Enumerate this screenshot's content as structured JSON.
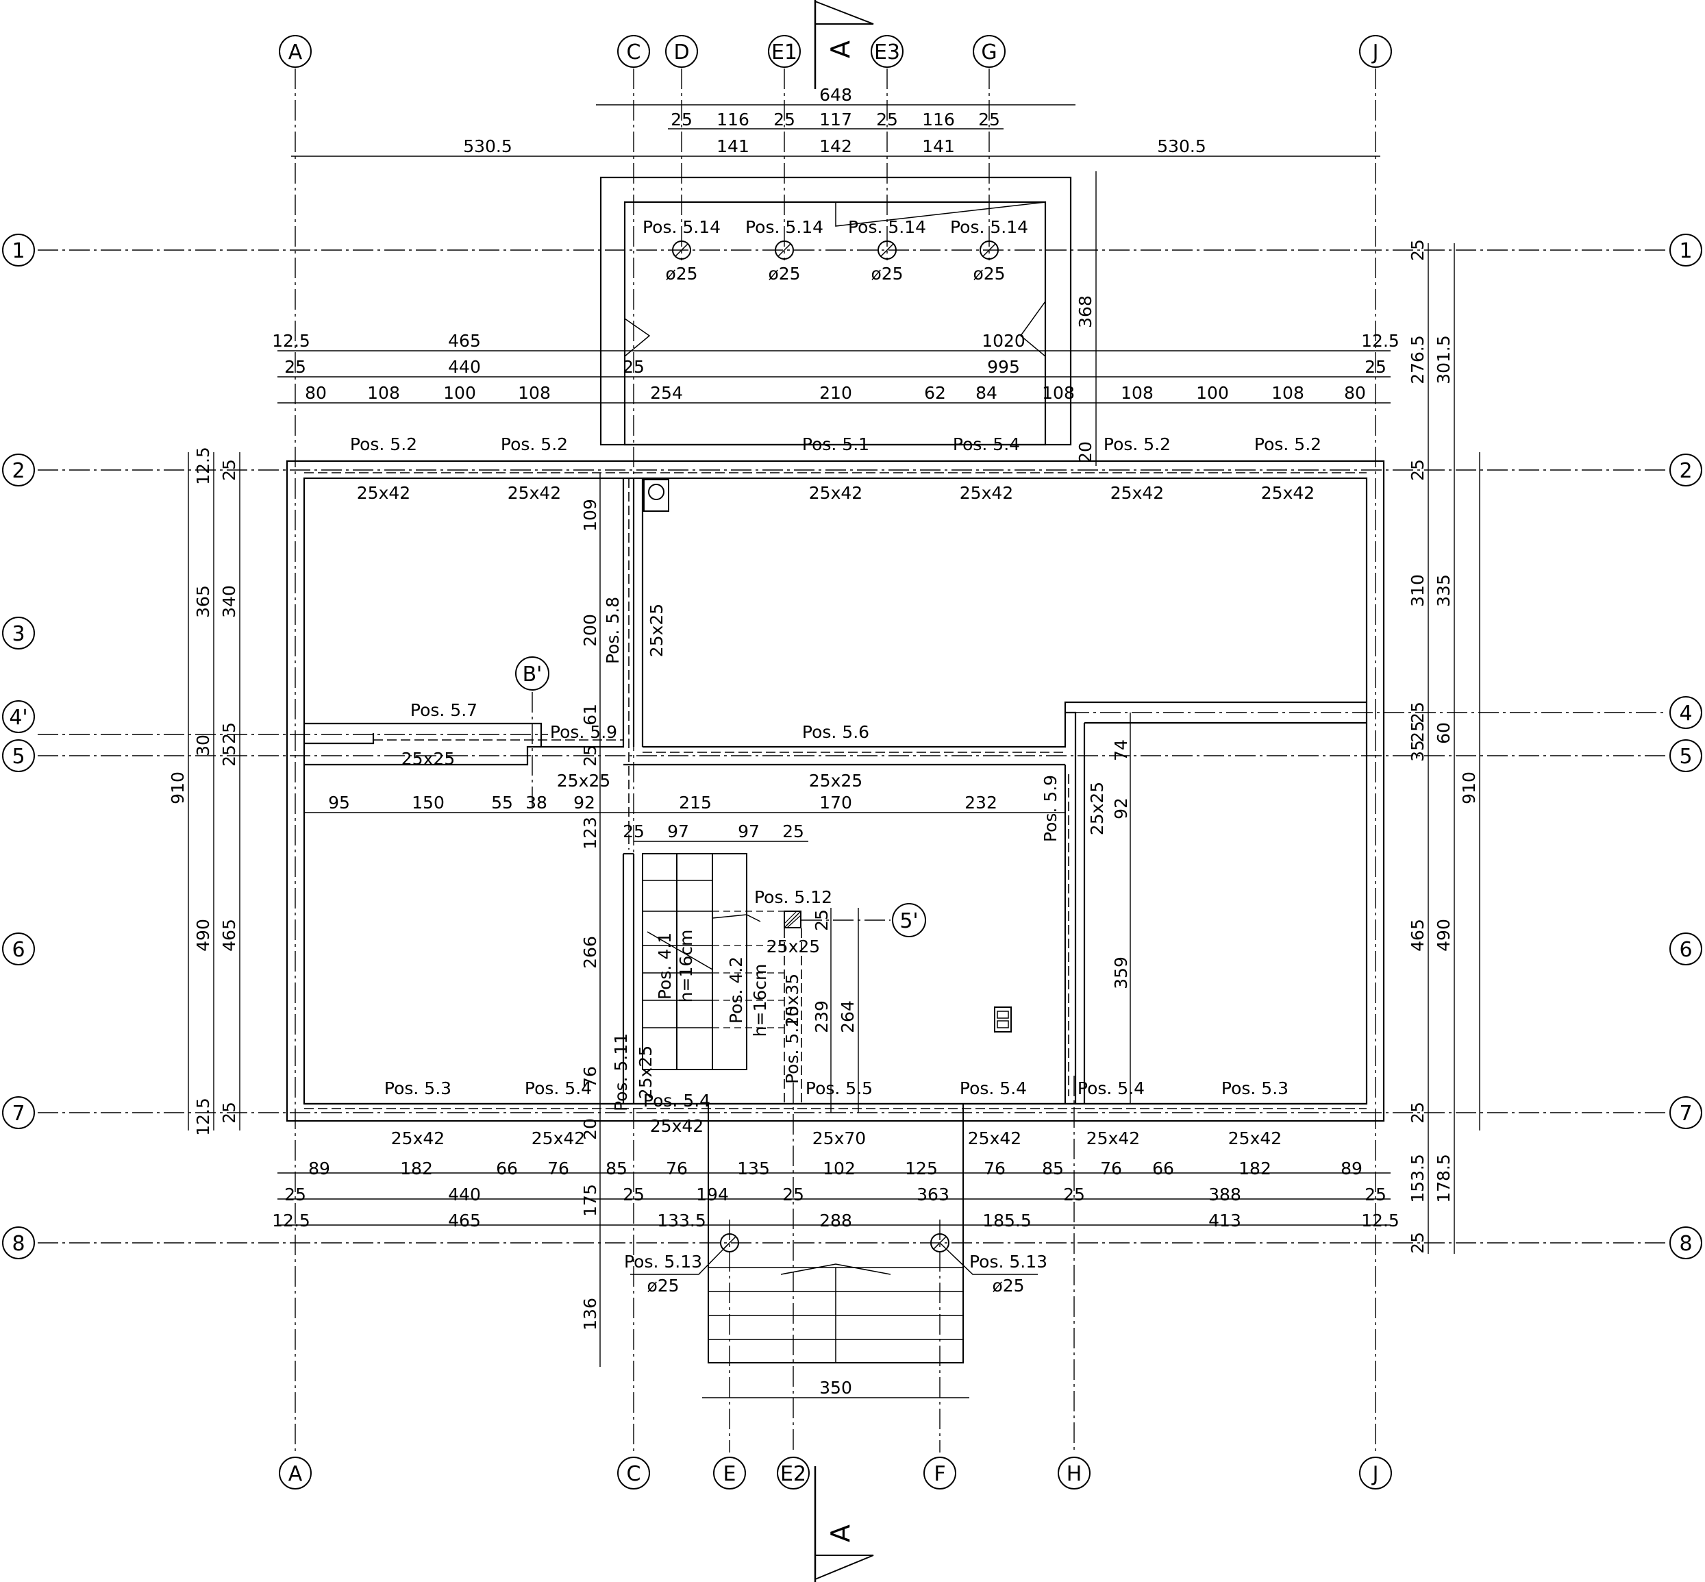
{
  "axes": {
    "vertical": [
      "A",
      "C",
      "D",
      "E1",
      "E3",
      "G",
      "J",
      "E",
      "E2",
      "F",
      "H"
    ],
    "horizontal": [
      "1",
      "2",
      "3",
      "4'",
      "4",
      "5",
      "6",
      "7",
      "8"
    ],
    "extra": [
      "B'",
      "5'"
    ]
  },
  "section_marker": "A",
  "dimensions": {
    "top": {
      "r1": [
        "648"
      ],
      "r2": [
        "25",
        "116",
        "25",
        "117",
        "25",
        "116",
        "25"
      ],
      "r3": [
        "530.5",
        "141",
        "142",
        "141",
        "530.5"
      ],
      "r4": [
        "12.5",
        "465",
        "1020",
        "12.5"
      ],
      "r5": [
        "25",
        "440",
        "25",
        "995",
        "25"
      ],
      "r6": [
        "80",
        "108",
        "100",
        "108",
        "254",
        "210",
        "62",
        "84",
        "108",
        "108",
        "100",
        "108",
        "80"
      ]
    },
    "bottom": {
      "r1": [
        "89",
        "182",
        "66",
        "76",
        "85",
        "76",
        "135",
        "102",
        "125",
        "76",
        "85",
        "76",
        "66",
        "182",
        "89"
      ],
      "r2": [
        "25",
        "440",
        "25",
        "194",
        "25",
        "363",
        "25",
        "388",
        "25"
      ],
      "r3": [
        "12.5",
        "465",
        "133.5",
        "288",
        "185.5",
        "413",
        "12.5"
      ],
      "stair": "350",
      "left_v": [
        "20",
        "175",
        "136"
      ]
    },
    "left": {
      "outer": "910",
      "r1": [
        "12.5",
        "365",
        "30",
        "490",
        "12.5"
      ],
      "r2": [
        "25",
        "340",
        "25",
        "25",
        "465",
        "25"
      ]
    },
    "right": {
      "outer": "910",
      "r1": [
        "301.5",
        "335",
        "60",
        "490",
        "178.5"
      ],
      "r2": [
        "25",
        "276.5",
        "25",
        "310",
        "25",
        "25",
        "35",
        "465",
        "25",
        "153.5",
        "25"
      ],
      "canopy": [
        "368",
        "20"
      ]
    },
    "interior": {
      "row_y5": [
        "95",
        "150",
        "55",
        "38",
        "92",
        "215",
        "170",
        "232"
      ],
      "row_stair": [
        "25",
        "97",
        "97",
        "25"
      ],
      "v_col_c": [
        "109",
        "200",
        "61",
        "25",
        "123",
        "266",
        "76"
      ],
      "v_right": [
        "74",
        "92",
        "359"
      ],
      "v_stair": [
        "239",
        "264",
        "25"
      ]
    }
  },
  "labels": {
    "pos_5_14": "Pos. 5.14",
    "pos_5_13": "Pos. 5.13",
    "phi25": "ø25",
    "pos_5_1": "Pos. 5.1",
    "pos_5_2": "Pos. 5.2",
    "pos_5_3": "Pos. 5.3",
    "pos_5_4": "Pos. 5.4",
    "pos_5_5": "Pos. 5.5",
    "pos_5_6": "Pos. 5.6",
    "pos_5_7": "Pos. 5.7",
    "pos_5_8": "Pos. 5.8",
    "pos_5_9": "Pos. 5.9",
    "pos_5_10": "Pos. 5.10",
    "pos_5_11": "Pos. 5.11",
    "pos_5_12": "Pos. 5.12",
    "pos_4_1": "Pos. 4.1",
    "pos_4_2": "Pos. 4.2",
    "h16": "h=16cm",
    "s25x42": "25x42",
    "s25x25": "25x25",
    "s25x35": "25x35",
    "s25x70": "25x70"
  }
}
